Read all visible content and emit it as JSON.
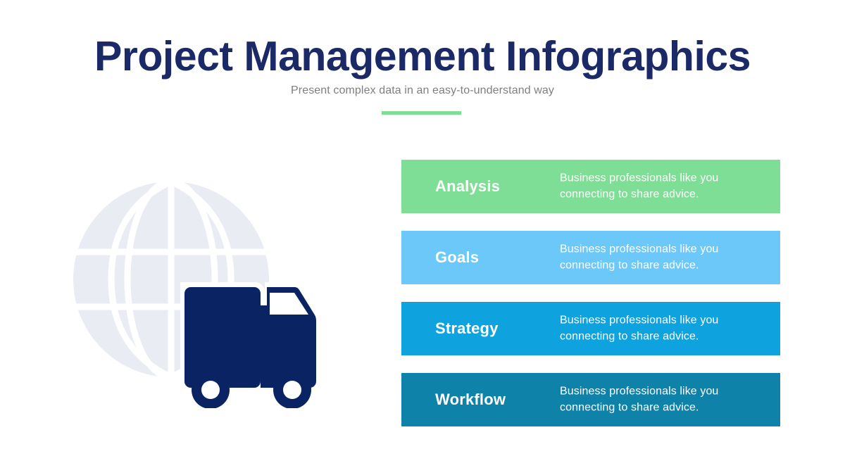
{
  "header": {
    "title": "Project Management Infographics",
    "subtitle": "Present complex data in an easy-to-understand way",
    "accent_color": "#7fde95",
    "title_color": "#1b2a66",
    "subtitle_color": "#7f7f7f"
  },
  "illustration": {
    "globe_icon": "globe-icon",
    "globe_color": "#e9edf3",
    "truck_icon": "delivery-truck-icon",
    "truck_color": "#0a2463"
  },
  "bars": [
    {
      "label": "Analysis",
      "description": "Business professionals like you connecting to share advice.",
      "color": "#7fde95"
    },
    {
      "label": "Goals",
      "description": "Business professionals like you connecting to share advice.",
      "color": "#6cc8f8"
    },
    {
      "label": "Strategy",
      "description": "Business professionals like you connecting to share advice.",
      "color": "#0ea2df"
    },
    {
      "label": "Workflow",
      "description": "Business professionals like you connecting to share advice.",
      "color": "#0e82a8"
    }
  ]
}
